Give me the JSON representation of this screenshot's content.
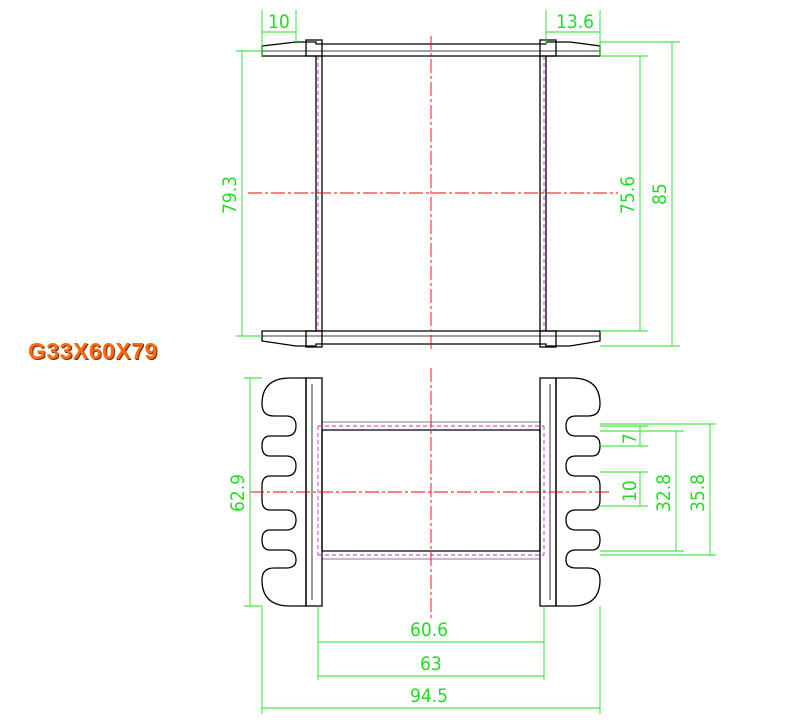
{
  "title": "G33X60X79",
  "colors": {
    "outline": "#000000",
    "dimension": "#22dd22",
    "centerline": "#ff0000",
    "hidden": "#cc22cc",
    "title": "#ff6a10"
  },
  "top_view": {
    "dims": {
      "left_tab": "10",
      "right_tab": "13.6",
      "overall_height_left": "79.3",
      "inner_height": "75.6",
      "overall_height_right": "85"
    }
  },
  "bottom_view": {
    "dims": {
      "overall_height": "62.9",
      "slot": "7",
      "pitch": "10",
      "inner_window": "32.8",
      "outer_window": "35.8",
      "inner_width": "60.6",
      "mid_width": "63",
      "overall_width": "94.5"
    }
  }
}
